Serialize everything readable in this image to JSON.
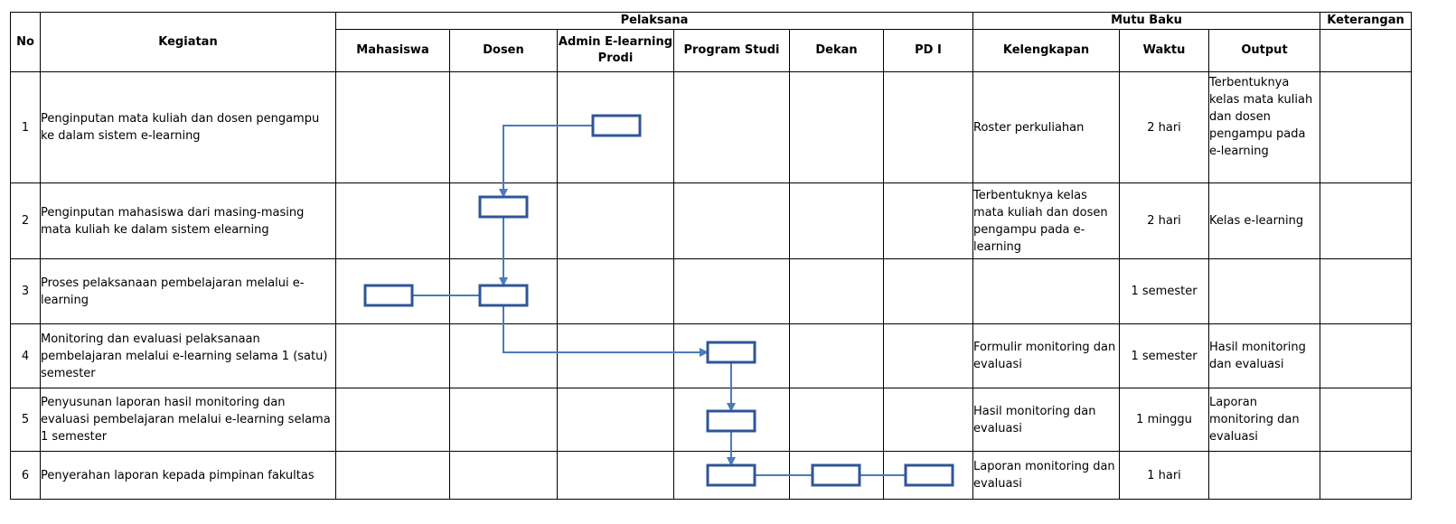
{
  "header": {
    "no": "No",
    "kegiatan": "Kegiatan",
    "pelaksana": "Pelaksana",
    "mutu_baku": "Mutu Baku",
    "keterangan": "Keterangan",
    "actors": [
      "Mahasiswa",
      "Dosen",
      "Admin E-learning Prodi",
      "Program Studi",
      "Dekan",
      "PD I"
    ],
    "mutu_cols": [
      "Kelengkapan",
      "Waktu",
      "Output"
    ]
  },
  "rows": [
    {
      "no": "1",
      "kegiatan": "Penginputan mata kuliah dan dosen pengampu ke dalam sistem e-learning",
      "kelengkapan": "Roster perkuliahan",
      "waktu": "2 hari",
      "output": "Terbentuknya kelas mata kuliah dan dosen pengampu pada e-learning",
      "keterangan": ""
    },
    {
      "no": "2",
      "kegiatan": "Penginputan mahasiswa dari masing-masing mata kuliah ke dalam sistem elearning",
      "kelengkapan": "Terbentuknya kelas mata kuliah dan dosen pengampu pada e-learning",
      "waktu": "2 hari",
      "output": "Kelas e-learning",
      "keterangan": ""
    },
    {
      "no": "3",
      "kegiatan": "Proses pelaksanaan pembelajaran melalui e-learning",
      "kelengkapan": "",
      "waktu": "1 semester",
      "output": "",
      "keterangan": ""
    },
    {
      "no": "4",
      "kegiatan": "Monitoring dan evaluasi pelaksanaan pembelajaran melalui e-learning selama 1 (satu) semester",
      "kelengkapan": "Formulir monitoring dan evaluasi",
      "waktu": "1 semester",
      "output": "Hasil monitoring dan evaluasi",
      "keterangan": ""
    },
    {
      "no": "5",
      "kegiatan": "Penyusunan laporan hasil monitoring dan evaluasi pembelajaran melalui e-learning selama 1 semester",
      "kelengkapan": "Hasil monitoring dan evaluasi",
      "waktu": "1 minggu",
      "output": "Laporan monitoring dan evaluasi",
      "keterangan": ""
    },
    {
      "no": "6",
      "kegiatan": "Penyerahan laporan kepada pimpinan fakultas",
      "kelengkapan": "Laporan monitoring dan evaluasi",
      "waktu": "1 hari",
      "output": "",
      "keterangan": ""
    }
  ],
  "flow": {
    "steps": [
      {
        "row": 1,
        "actor": "Admin E-learning Prodi"
      },
      {
        "row": 2,
        "actor": "Dosen"
      },
      {
        "row": 3,
        "actor": "Mahasiswa"
      },
      {
        "row": 3,
        "actor": "Dosen"
      },
      {
        "row": 4,
        "actor": "Program Studi"
      },
      {
        "row": 5,
        "actor": "Program Studi"
      },
      {
        "row": 6,
        "actor": "Program Studi"
      },
      {
        "row": 6,
        "actor": "Dekan"
      },
      {
        "row": 6,
        "actor": "PD I"
      }
    ],
    "links": [
      {
        "from": 0,
        "to": 1,
        "arrow": true
      },
      {
        "from": 1,
        "to": 3,
        "arrow": true
      },
      {
        "from": 2,
        "to": 3,
        "arrow": false
      },
      {
        "from": 3,
        "to": 4,
        "arrow": true
      },
      {
        "from": 4,
        "to": 5,
        "arrow": true
      },
      {
        "from": 5,
        "to": 6,
        "arrow": true
      },
      {
        "from": 6,
        "to": 7,
        "arrow": false
      },
      {
        "from": 7,
        "to": 8,
        "arrow": false
      }
    ],
    "box_stroke": "#2f5597",
    "line_color": "#4a7bbd"
  }
}
